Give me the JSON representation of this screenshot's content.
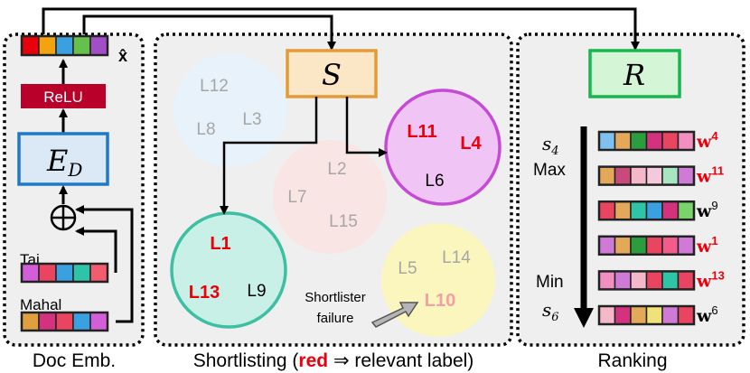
{
  "colors": {
    "panel_bg": "#efefef",
    "encoder_fill": "#dbe9f7",
    "encoder_stroke": "#1f78c8",
    "relu_fill": "#b8002a",
    "shortlister_fill": "#fbe7c6",
    "shortlister_stroke": "#e39b3a",
    "ranker_fill": "#d4f5d6",
    "ranker_stroke": "#19b54e",
    "relevant_text": "#e8000b",
    "faded_text": "#a6a6a6"
  },
  "doc_embedding": {
    "output_label": "x̂",
    "relu_label": "ReLU",
    "encoder_label": "E",
    "encoder_subscript": "D",
    "combine_symbol": "⊕",
    "tokens": [
      {
        "word": "Taj",
        "colors": [
          "#d35fd8",
          "#e94560",
          "#3aa0e0",
          "#2ec4a8",
          "#f25c6e"
        ]
      },
      {
        "word": "Mahal",
        "colors": [
          "#e0a040",
          "#d4327e",
          "#e94560",
          "#3aa0e0",
          "#d35fd8"
        ]
      }
    ],
    "output_colors": [
      "#e8000b",
      "#f2a30f",
      "#3aa0e0",
      "#66c04b",
      "#a24fc7"
    ],
    "caption": "Doc Emb."
  },
  "shortlisting": {
    "shortlister_label": "S",
    "clusters": [
      {
        "labels": [
          {
            "text": "L12",
            "relevant": false
          },
          {
            "text": "L8",
            "relevant": false
          },
          {
            "text": "L3",
            "relevant": false
          }
        ]
      },
      {
        "labels": [
          {
            "text": "L2",
            "relevant": false
          },
          {
            "text": "L7",
            "relevant": false
          },
          {
            "text": "L15",
            "relevant": false
          }
        ]
      },
      {
        "labels": [
          {
            "text": "L11",
            "relevant": true
          },
          {
            "text": "L4",
            "relevant": true
          },
          {
            "text": "L6",
            "relevant": false
          }
        ]
      },
      {
        "labels": [
          {
            "text": "L1",
            "relevant": true
          },
          {
            "text": "L13",
            "relevant": true
          },
          {
            "text": "L9",
            "relevant": false
          }
        ]
      },
      {
        "labels": [
          {
            "text": "L5",
            "relevant": false
          },
          {
            "text": "L14",
            "relevant": false
          },
          {
            "text": "L10",
            "relevant": true
          }
        ]
      }
    ],
    "failure_label_line1": "Shortlister",
    "failure_label_line2": "failure",
    "caption_before": "Shortlisting (",
    "caption_red": "red",
    "caption_after": " ⇒ relevant label)"
  },
  "ranking": {
    "ranker_label": "R",
    "top_score": "s",
    "top_score_sub": "4",
    "max_label": "Max",
    "min_label": "Min",
    "bottom_score": "s",
    "bottom_score_sub": "6",
    "rows": [
      {
        "base": "w",
        "sup": "4",
        "relevant": true,
        "colors": [
          "#7ec0ee",
          "#e3a85a",
          "#2a9d3e",
          "#d4327e",
          "#e94560",
          "#f08fc0"
        ]
      },
      {
        "base": "w",
        "sup": "11",
        "relevant": true,
        "colors": [
          "#e3a85a",
          "#c94a7a",
          "#f5b8c8",
          "#f5c9dc",
          "#a8e6c2",
          "#d07ad8"
        ]
      },
      {
        "base": "w",
        "sup": "9",
        "relevant": false,
        "colors": [
          "#e94560",
          "#e3a85a",
          "#2ec4a8",
          "#3aa0e0",
          "#d4327e",
          "#7ad36b"
        ]
      },
      {
        "base": "w",
        "sup": "1",
        "relevant": true,
        "colors": [
          "#d07ad8",
          "#e3a85a",
          "#2a9d3e",
          "#e94560",
          "#f25c8a",
          "#d07ad8"
        ]
      },
      {
        "base": "w",
        "sup": "13",
        "relevant": true,
        "colors": [
          "#f08fc0",
          "#d07ad8",
          "#f5b8c8",
          "#e94560",
          "#2ec4a8",
          "#e94560"
        ]
      },
      {
        "base": "w",
        "sup": "6",
        "relevant": false,
        "colors": [
          "#f5b8c8",
          "#d4327e",
          "#e3a85a",
          "#f0e27a",
          "#d07ad8",
          "#e94560"
        ]
      }
    ],
    "caption": "Ranking"
  }
}
